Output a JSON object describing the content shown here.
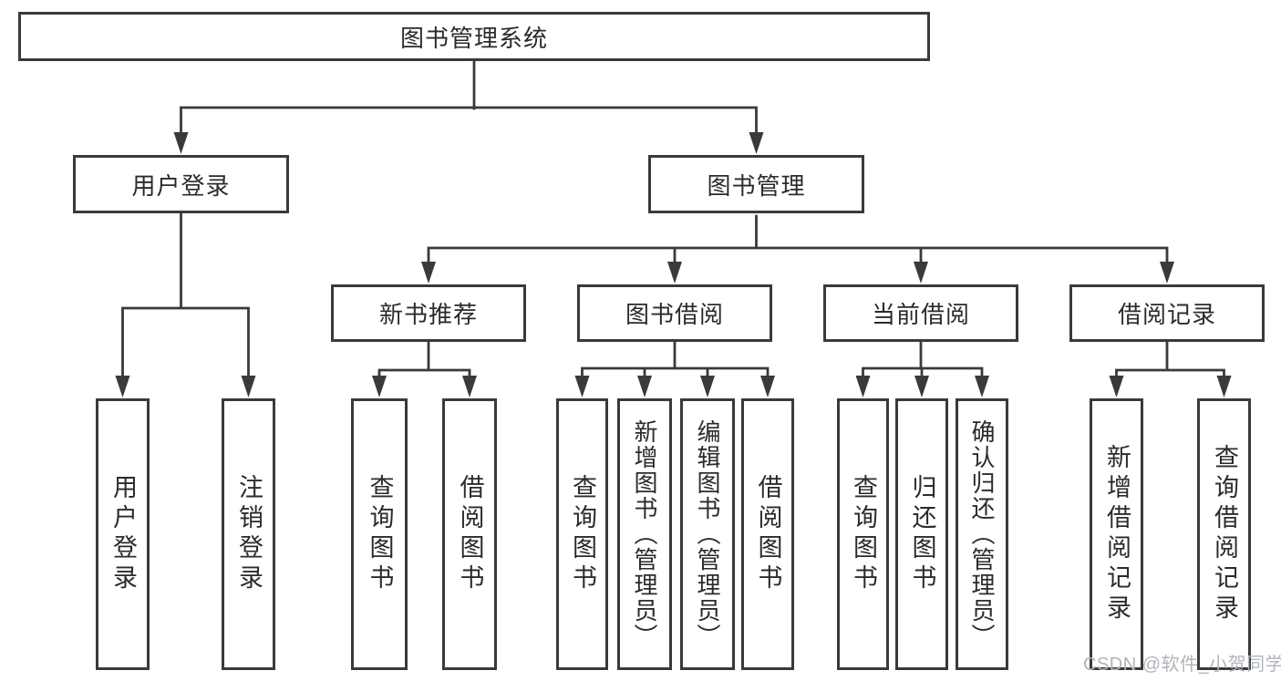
{
  "root": {
    "label": "图书管理系统"
  },
  "level1": [
    {
      "label": "用户登录",
      "leaves": [
        "用户登录",
        "注销登录"
      ]
    },
    {
      "label": "图书管理",
      "groups": [
        {
          "label": "新书推荐",
          "leaves": [
            "查询图书",
            "借阅图书"
          ]
        },
        {
          "label": "图书借阅",
          "leaves": [
            "查询图书",
            "新增图书（管理员）",
            "编辑图书（管理员）",
            "借阅图书"
          ]
        },
        {
          "label": "当前借阅",
          "leaves": [
            "查询图书",
            "归还图书",
            "确认归还（管理员）"
          ]
        },
        {
          "label": "借阅记录",
          "leaves": [
            "新增借阅记录",
            "查询借阅记录"
          ]
        }
      ]
    }
  ],
  "watermark": "CSDN @软件_小贺同学",
  "colors": {
    "line": "#3a3a3a",
    "text": "#2b2b2b",
    "background": "#ffffff",
    "watermark": "#b0b4ba"
  }
}
